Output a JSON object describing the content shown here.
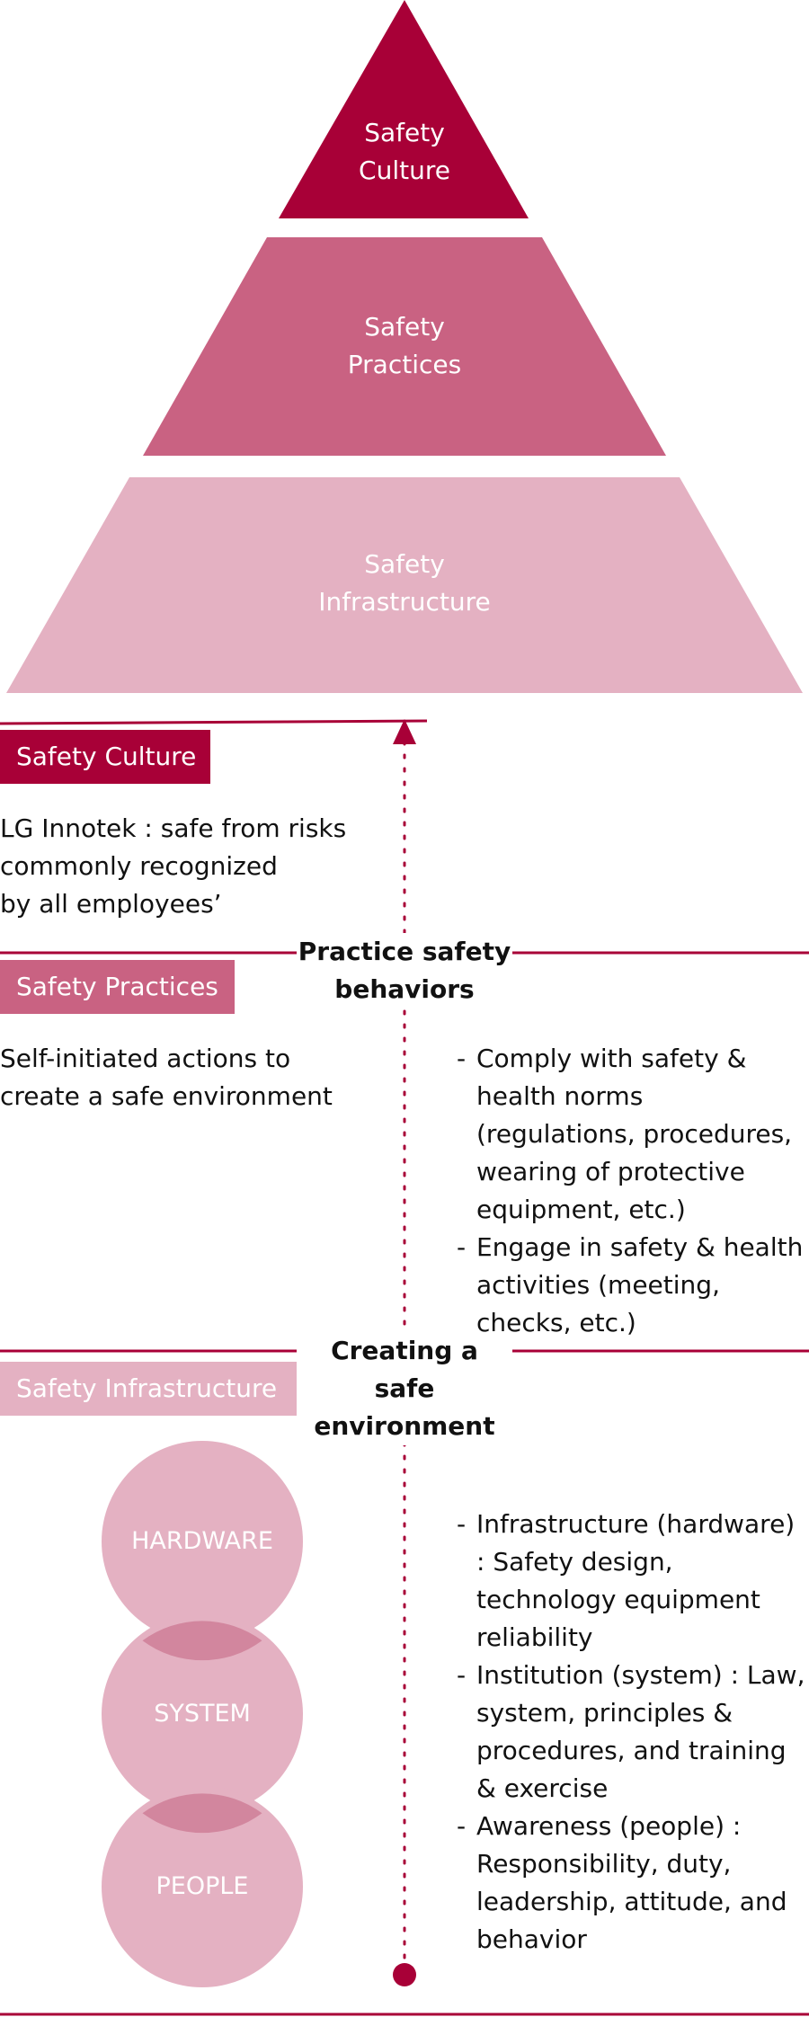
{
  "colors": {
    "culture": "#A80037",
    "practices": "#C96282",
    "infrastructure": "#E4B1C2",
    "circle_overlap": "#D2869E"
  },
  "pyramid": {
    "culture": "Safety\nCulture",
    "practices": "Safety\nPractices",
    "infrastructure": "Safety\nInfrastructure"
  },
  "sections": {
    "culture": {
      "tag": "Safety Culture",
      "text": "LG Innotek : safe from risks\ncommonly recognized\nby all employees’"
    },
    "practices": {
      "tag": "Safety Practices",
      "heading": "Practice safety\nbehaviors",
      "text": "Self-initiated actions to\ncreate a safe environment",
      "bullets": [
        "Comply with safety & health norms (regulations, procedures, wearing of protective equipment, etc.)",
        "Engage in safety & health activities (meeting, checks, etc.)"
      ]
    },
    "infrastructure": {
      "tag": "Safety Infrastructure",
      "heading": "Creating a safe\nenvironment",
      "circles": [
        "HARDWARE",
        "SYSTEM",
        "PEOPLE"
      ],
      "bullets": [
        "Infrastructure (hardware) : Safety design, technology equipment reliability",
        "Institution (system) : Law, system, principles & procedures, and training & exercise",
        "Awareness (people) : Responsibility, duty, leadership, attitude, and behavior"
      ]
    }
  }
}
